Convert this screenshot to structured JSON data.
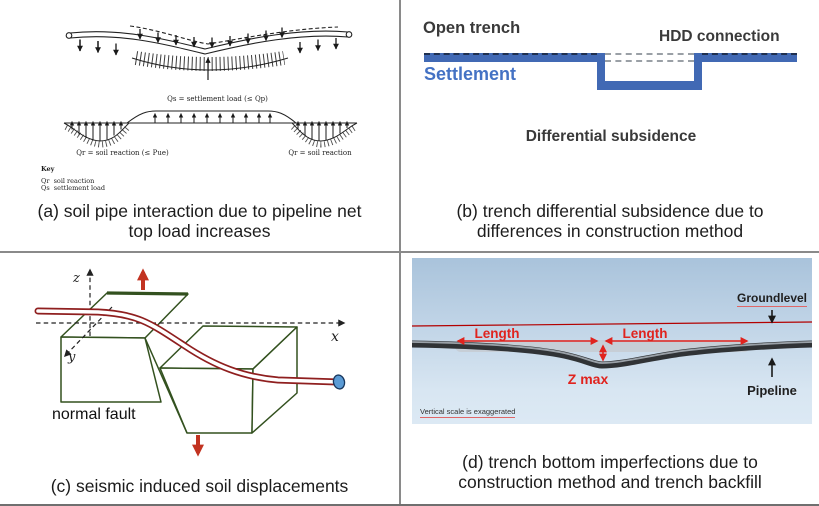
{
  "panels": {
    "a": {
      "caption1": "(a) soil pipe interaction due to pipeline net",
      "caption2": "top load increases",
      "settlement_load_label": "Qs = settlement load (≤ Qp)",
      "soil_reaction_left_label": "Qr = soil reaction (≤ Pue)",
      "soil_reaction_right_label": "Qr = soil reaction",
      "key_title": "Key",
      "key_row1": "Qr  soil reaction",
      "key_row2": "Qs  settlement load"
    },
    "b": {
      "caption1": "(b) trench differential subsidence due to",
      "caption2": "differences in construction method",
      "open_trench": "Open trench",
      "hdd_connection": "HDD connection",
      "settlement": "Settlement",
      "differential_subsidence": "Differential subsidence"
    },
    "c": {
      "caption": "(c) seismic induced soil displacements",
      "normal_fault": "normal fault",
      "axis_x": "x",
      "axis_y": "y",
      "axis_z": "z"
    },
    "d": {
      "caption1": "(d) trench bottom imperfections due to",
      "caption2": "construction method and trench backfill",
      "groundlevel": "Groundlevel",
      "length_left": "Length",
      "length_right": "Length",
      "z_max": "Z max",
      "pipeline": "Pipeline",
      "scale_note": "Vertical scale is exaggerated"
    }
  },
  "colors": {
    "trench_bar_blue": "#4169b4",
    "settlement_text_blue": "#4472c4",
    "fault_block_green": "#33511f",
    "pipe_dark_red": "#8f1f1f",
    "displacement_arrow_red": "#c23321",
    "pipe_end_cap_blue": "#5b9bd5",
    "annotation_red": "#e0231e",
    "groundline_red": "#b30000",
    "sky_gradient_top": "#a9c3db",
    "sky_gradient_bottom": "#dce9f4",
    "divider_gray": "#8a8a8a"
  }
}
